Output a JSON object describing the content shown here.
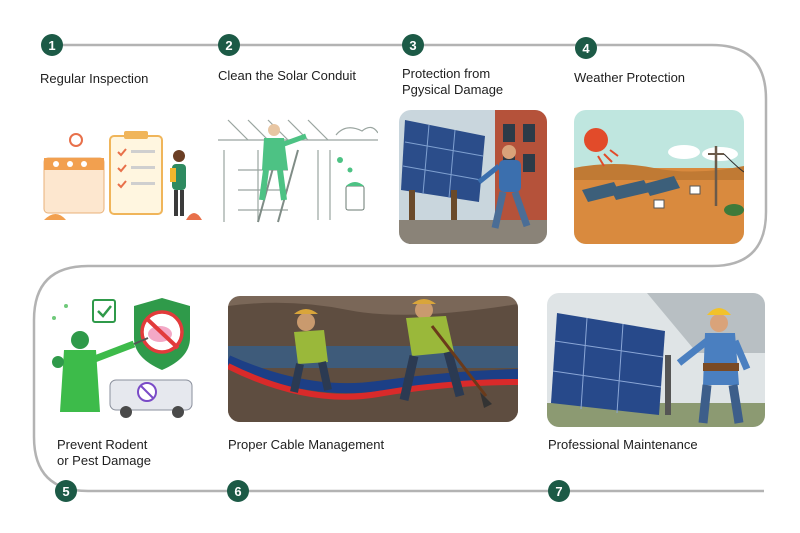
{
  "steps": [
    {
      "number": "1",
      "label": "Regular Inspection"
    },
    {
      "number": "2",
      "label": "Clean the Solar Conduit"
    },
    {
      "number": "3",
      "label": "Protection from\nPgysical Damage"
    },
    {
      "number": "4",
      "label": "Weather Protection"
    },
    {
      "number": "5",
      "label": "Prevent Rodent\nor Pest Damage"
    },
    {
      "number": "6",
      "label": "Proper Cable Management"
    },
    {
      "number": "7",
      "label": "Professional Maintenance"
    }
  ],
  "colors": {
    "accent": "#1c5a46",
    "track": "#b3b3b3"
  }
}
